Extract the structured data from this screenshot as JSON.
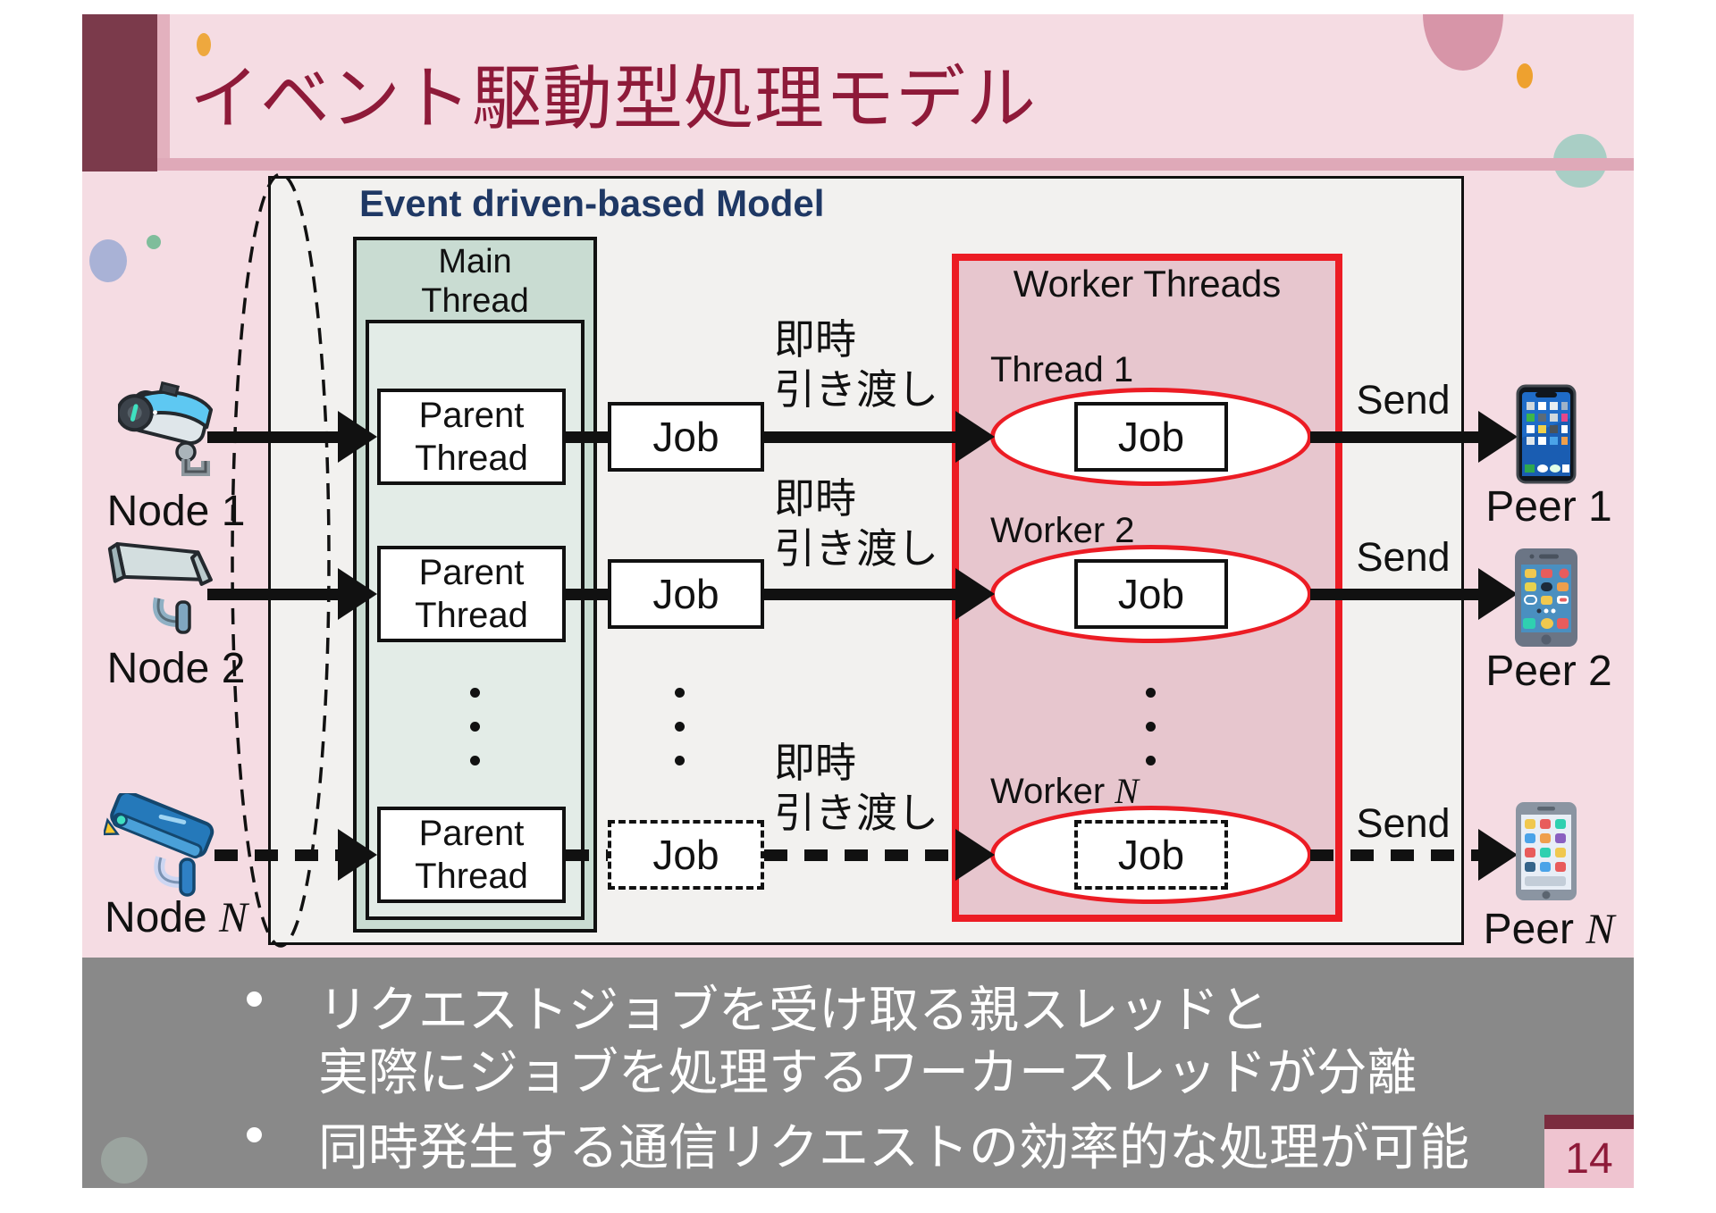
{
  "slide": {
    "title": "イベント駆動型処理モデル",
    "page_number": "14"
  },
  "colors": {
    "slide_pink": "#f5dce3",
    "accent_maroon": "#7b3a4b",
    "title_text": "#8e1a39",
    "underline_pink": "#dfa9b8",
    "heading_navy": "#1f3864",
    "diagram_bg": "#f2f1ef",
    "main_thread_green": "#c9dcd2",
    "worker_box_fill": "#e7c6ce",
    "worker_box_border": "#ec1c24",
    "footer_gray": "#898989"
  },
  "diagram": {
    "heading": "Event driven-based Model",
    "main_thread": {
      "line1": "Main",
      "line2": "Thread"
    },
    "parent": {
      "line1": "Parent",
      "line2": "Thread"
    },
    "job_label": "Job",
    "handoff": {
      "line1": "即時",
      "line2": "引き渡し"
    },
    "send_label": "Send",
    "worker_box_title": "Worker Threads",
    "workers": [
      {
        "prefix": "Thread ",
        "suffix": "1"
      },
      {
        "prefix": "Worker ",
        "suffix": "2"
      },
      {
        "prefix": "Worker ",
        "suffix": "N"
      }
    ],
    "nodes": [
      {
        "prefix": "Node ",
        "suffix": "1"
      },
      {
        "prefix": "Node ",
        "suffix": "2"
      },
      {
        "prefix": "Node ",
        "suffix": "N"
      }
    ],
    "peers": [
      {
        "prefix": "Peer ",
        "suffix": "1"
      },
      {
        "prefix": "Peer ",
        "suffix": "2"
      },
      {
        "prefix": "Peer ",
        "suffix": "N"
      }
    ]
  },
  "footer": {
    "bullet_glyph": "",
    "bullet1_line1": "リクエストジョブを受け取る親スレッドと",
    "bullet1_line2": "実際にジョブを処理するワーカースレッドが分離",
    "bullet2": "同時発生する通信リクエストの効率的な処理が可能"
  }
}
